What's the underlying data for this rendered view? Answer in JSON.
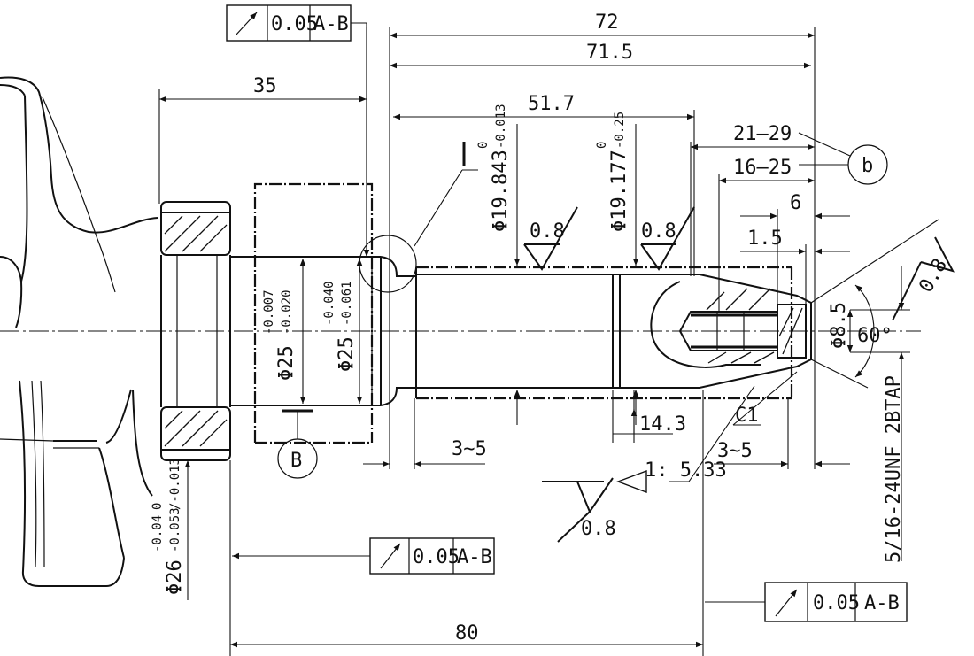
{
  "dimensions": {
    "d72": "72",
    "d71_5": "71.5",
    "d51_7": "51.7",
    "d35": "35",
    "d21_29": "21–29",
    "d16_25": "16–25",
    "d6": "6",
    "d1_5": "1.5",
    "d14_3": "14.3",
    "d3_5_left": "3~5",
    "d3_5_right": "3~5",
    "d80": "80",
    "chamfer": "C1",
    "taper": "1: 5.33",
    "thread": "5/16-24UNF 2BTAP",
    "angle": "60°"
  },
  "diameters": {
    "d1": {
      "base": "Φ25",
      "upper": "-0.007",
      "lower": "-0.020"
    },
    "d2": {
      "base": "Φ25",
      "upper": "-0.040",
      "lower": "-0.061"
    },
    "d3": {
      "base": "Φ19.843",
      "upper": "0",
      "lower": "-0.013"
    },
    "d4": {
      "base": "Φ19.177",
      "upper": "0",
      "lower": "-0.25"
    },
    "d5": {
      "base": "Φ26",
      "upper": "-0.04",
      "lower": "-0.053",
      "upper2": "0",
      "lower2": "/-0.013"
    },
    "d6": {
      "base": "Φ8.5"
    }
  },
  "roughness": {
    "r1": "0.8",
    "r2": "0.8",
    "r3": "0.8",
    "r4": "0.8"
  },
  "tolerance_frames": {
    "top": {
      "symbol": "runout",
      "value": "0.05",
      "datum": "A-B"
    },
    "mid": {
      "symbol": "runout",
      "value": "0.05",
      "datum": "A-B"
    },
    "right": {
      "symbol": "runout",
      "value": "0.05",
      "datum": "A-B"
    }
  },
  "callouts": {
    "b": "b",
    "B": "B",
    "I": "I"
  }
}
